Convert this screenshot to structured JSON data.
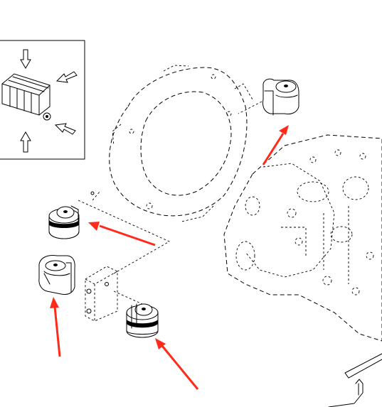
{
  "diagram": {
    "type": "exploded-parts-diagram",
    "accent_color": "#ff2a1a",
    "line_color": "#000000",
    "background": "#ffffff",
    "icons": [
      "direction-arrow-icon",
      "callout-arrow-icon"
    ],
    "callout_arrow_count": 4,
    "direction_arrow_count": 4
  }
}
